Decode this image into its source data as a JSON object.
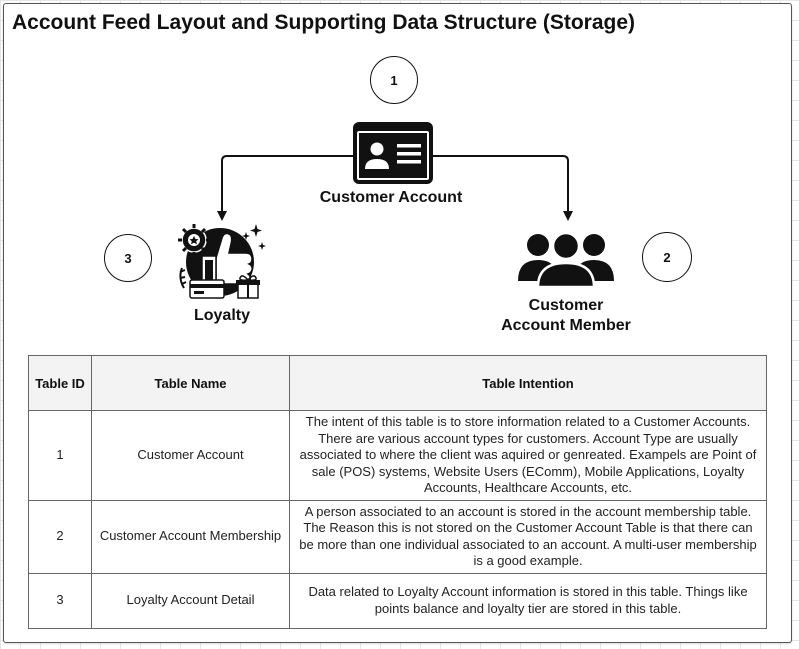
{
  "title": "Account Feed Layout and Supporting Data Structure (Storage)",
  "nodes": {
    "customer_account": {
      "number": "1",
      "label": "Customer Account",
      "icon": "id-card-icon"
    },
    "member": {
      "number": "2",
      "label_line1": "Customer",
      "label_line2": "Account Member",
      "icon": "people-group-icon"
    },
    "loyalty": {
      "number": "3",
      "label": "Loyalty",
      "icon": "loyalty-thumbs-up-icon"
    }
  },
  "table": {
    "headers": [
      "Table ID",
      "Table Name",
      "Table Intention"
    ],
    "rows": [
      {
        "id": "1",
        "name": "Customer Account",
        "intention": "The intent of this table is to store information related to a Customer Accounts.  There are various account types for customers. Account Type are usually associated to where the client was aquired or genreated. Exampels are Point of sale (POS) systems, Website Users (EComm), Mobile Applications, Loyalty Accounts, Healthcare Accounts, etc."
      },
      {
        "id": "2",
        "name": "Customer Account Membership",
        "intention": "A person associated to an account is stored in the account membership table.  The Reason this is not stored on the Customer Account Table is that there can be more than one individual associated to an account.  A multi-user membership is a good example."
      },
      {
        "id": "3",
        "name": "Loyalty Account Detail",
        "intention": "Data related to Loyalty Account information is stored in this table.  Things like points balance and loyalty tier are stored in this table."
      }
    ]
  },
  "colors": {
    "line": "#111111",
    "border": "#666666",
    "header_bg": "#f3f3f3"
  }
}
